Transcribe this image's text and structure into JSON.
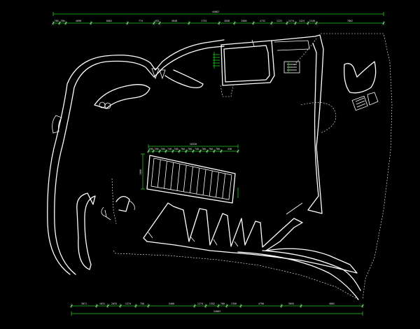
{
  "drawing": {
    "background": "#000000",
    "line_color": "#ffffff",
    "dimension_color": "#1ec81e"
  },
  "top_dimensions": {
    "overall": "44062",
    "segments": [
      "780",
      "780",
      "4098",
      "6002",
      "774",
      "453",
      "4848",
      "2752",
      "1848",
      "2600",
      "4732",
      "1222",
      "1274",
      "1424",
      "1240",
      "7862"
    ]
  },
  "bottom_dimensions": {
    "overall": "34863",
    "segments": [
      "3871",
      "1631",
      "2033",
      "1274",
      "750",
      "5460",
      "1274",
      "1352",
      "700",
      "1350",
      "4790",
      "3055",
      "4002"
    ]
  },
  "stair_dimensions": {
    "overall": "10320",
    "segments": [
      "490",
      "700",
      "700",
      "740",
      "700",
      "700",
      "700",
      "740",
      "700",
      "700",
      "700",
      "430"
    ],
    "side": "1800"
  }
}
